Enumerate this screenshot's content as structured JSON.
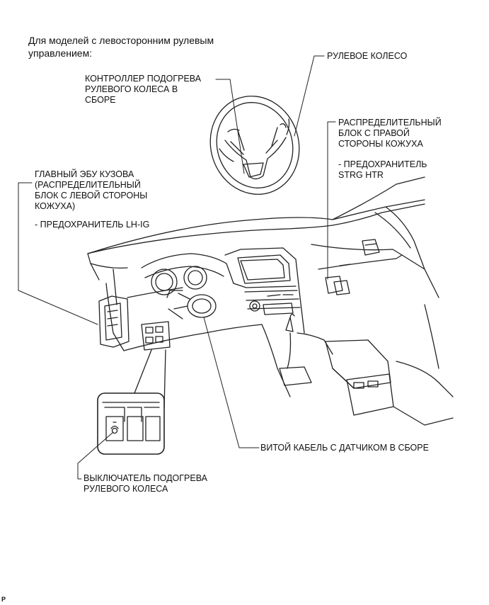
{
  "heading": "Для моделей с левосторонним рулевым\nуправлением:",
  "labels": {
    "steering_wheel": "РУЛЕВОЕ КОЛЕСО",
    "heater_controller": "КОНТРОЛЛЕР ПОДОГРЕВА\nРУЛЕВОГО КОЛЕСА В\nСБОРЕ",
    "right_junction_block": "РАСПРЕДЕЛИТЕЛЬНЫЙ\nБЛОК С ПРАВОЙ\nСТОРОНЫ КОЖУХА",
    "fuse_strg_htr": "- ПРЕДОХРАНИТЕЛЬ\nSTRG HTR",
    "main_body_ecu": "ГЛАВНЫЙ ЭБУ КУЗОВА\n(РАСПРЕДЕЛИТЕЛЬНЫЙ\nБЛОК С ЛЕВОЙ СТОРОНЫ\nКОЖУХА)",
    "fuse_lh_ig": "- ПРЕДОХРАНИТЕЛЬ LH-IG",
    "spiral_cable": "ВИТОЙ КАБЕЛЬ С ДАТЧИКОМ В СБОРЕ",
    "heater_switch": "ВЫКЛЮЧАТЕЛЬ ПОДОГРЕВА\nРУЛЕВОГО КОЛЕСА"
  },
  "figure_id": "P"
}
